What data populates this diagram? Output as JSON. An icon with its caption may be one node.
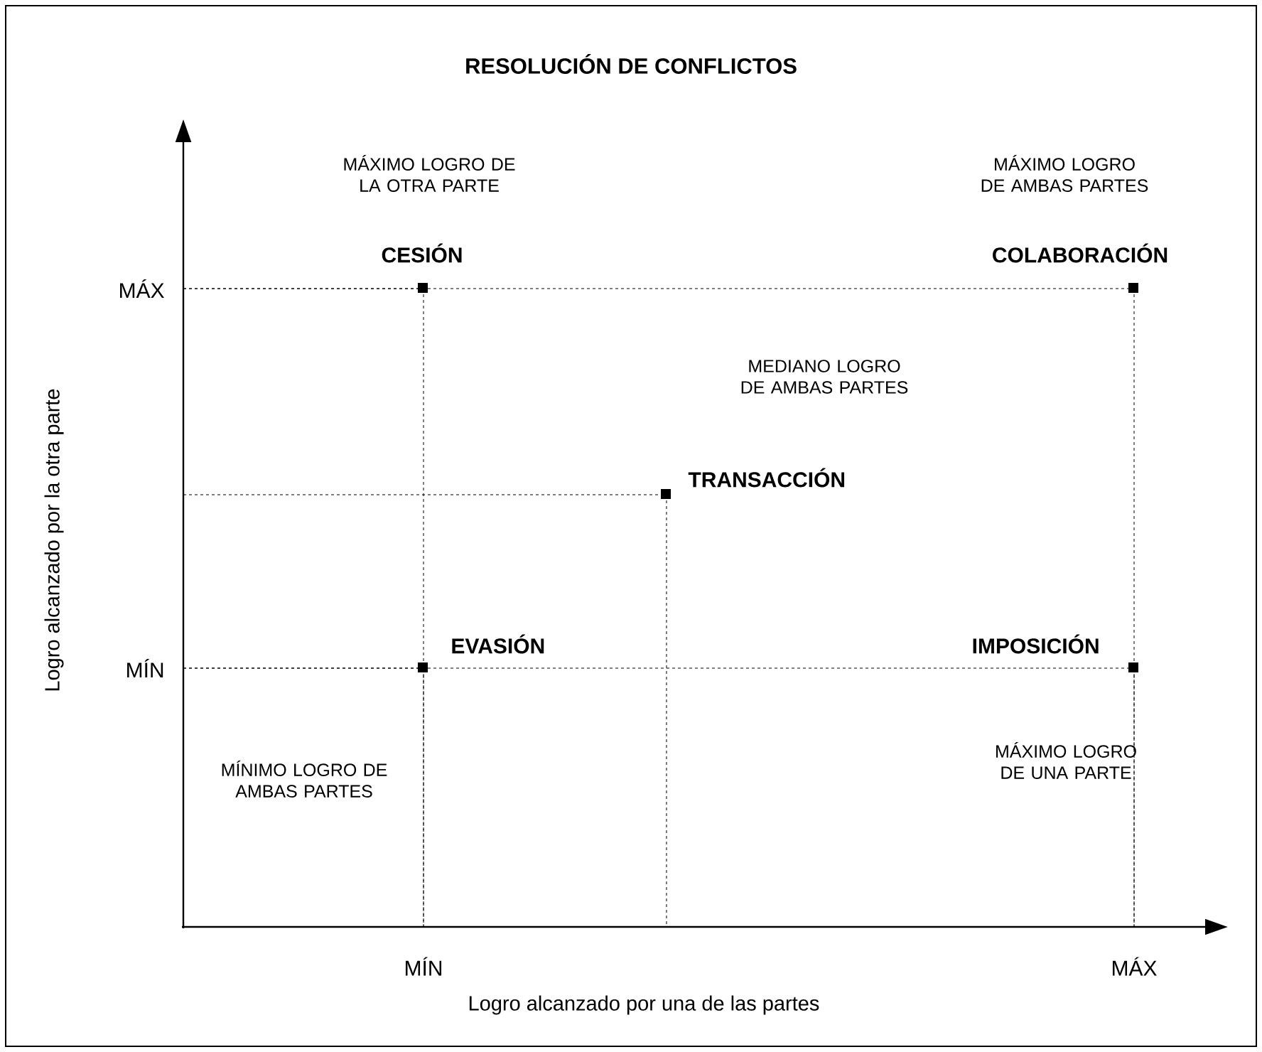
{
  "diagram": {
    "title": "RESOLUCIÓN DE CONFLICTOS",
    "labels": [
      "MÁXIMO LOGRO DE LA OTRA PARTE",
      "MÁXIMO LOGRO DE AMBAS PARTES",
      "CESIÓN",
      "COLABORACIÓN",
      "MÁX",
      "MEDIANO LOGRO DE AMBAS PARTES",
      "TRANSACCIÓN",
      "Logro alcanzado por la otra parte",
      "EVASIÓN",
      "IMPOSICIÓN",
      "MÍN",
      "MÍNIMO LOGRO DE AMBAS PARTES",
      "MÁXIMO LOGRO DE UNA PARTE",
      "MÍN",
      "MÁX",
      "Logro alcanzado por una de las partes"
    ]
  }
}
